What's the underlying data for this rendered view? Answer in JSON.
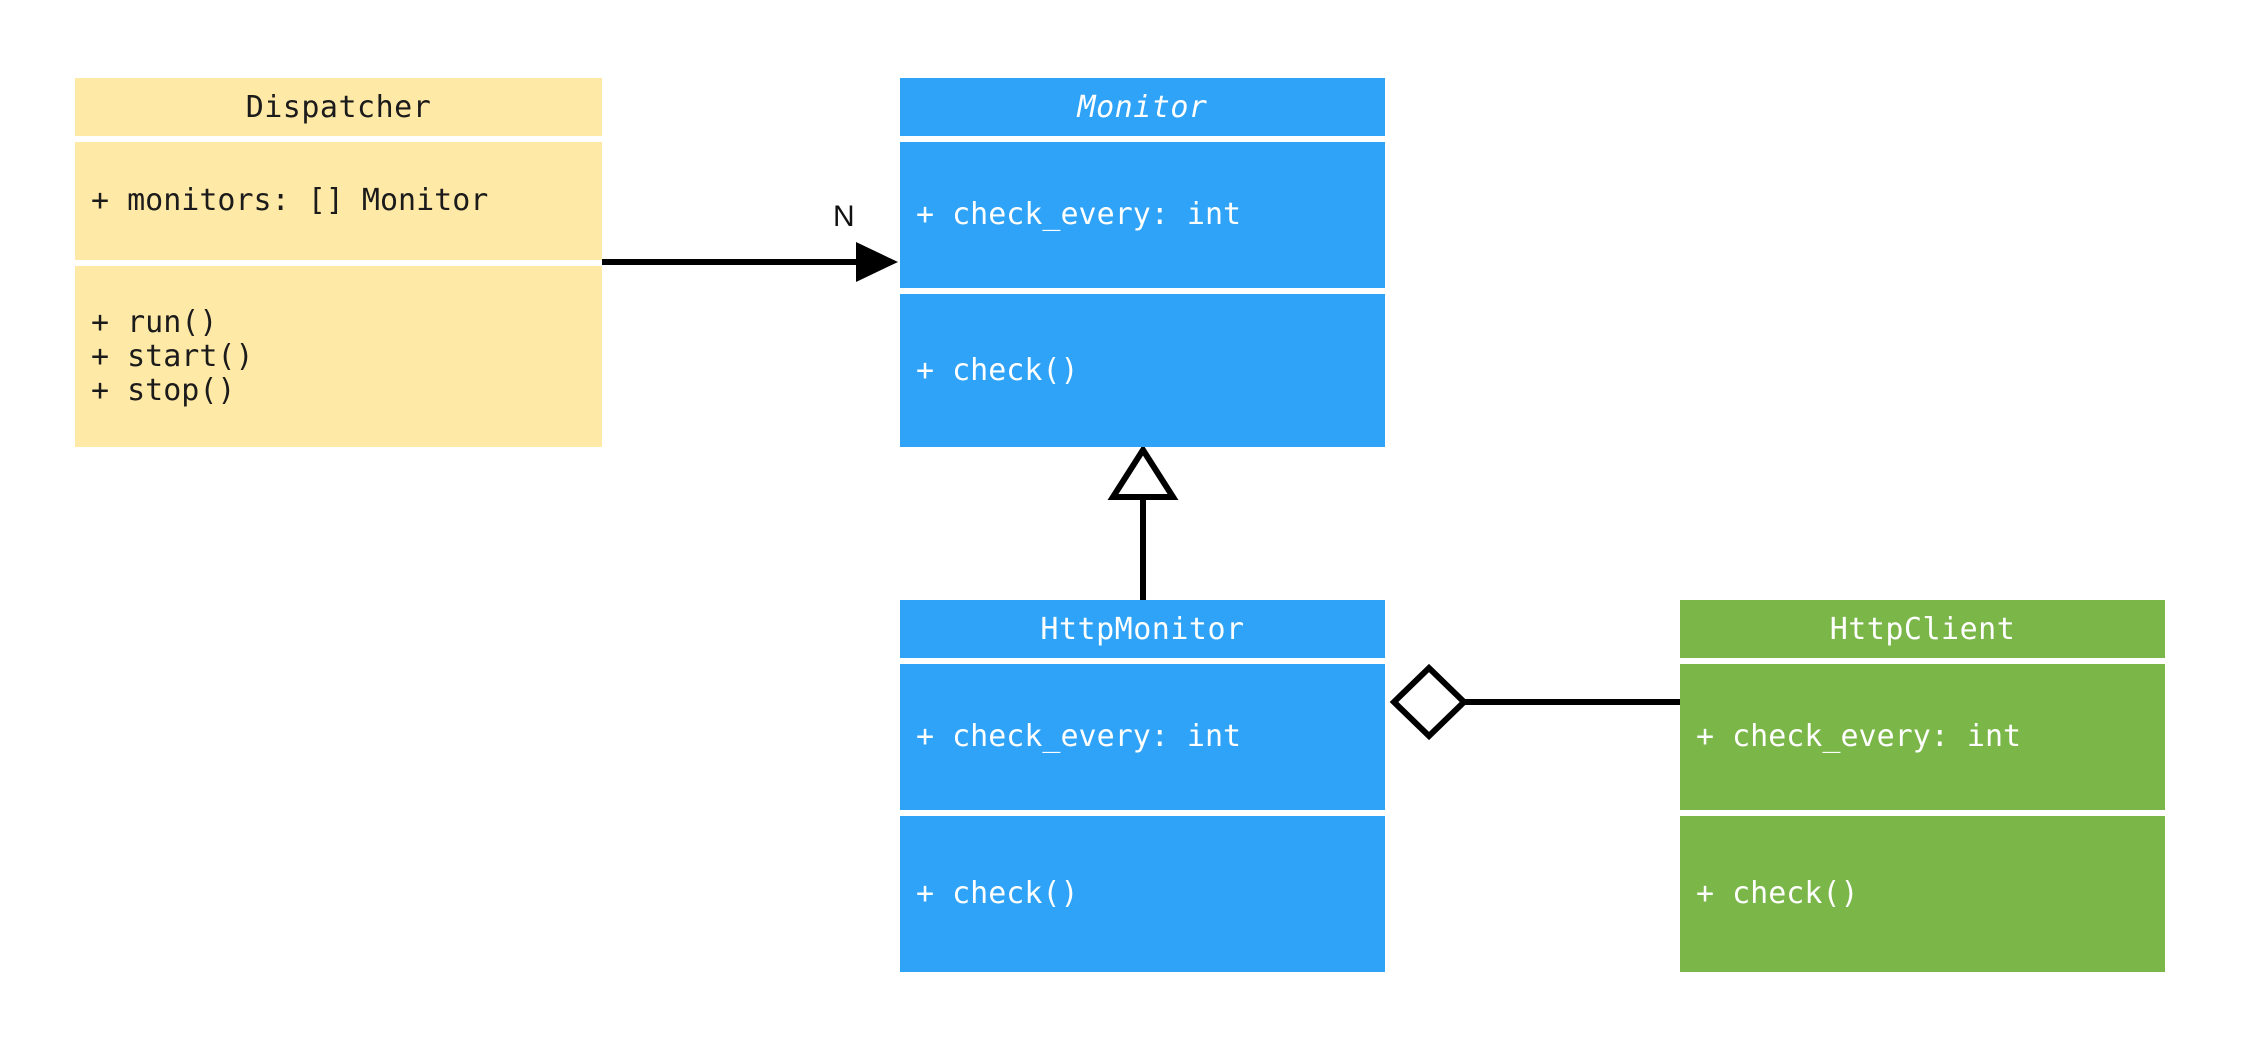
{
  "diagram": {
    "kind": "uml-class-diagram",
    "background": "#ffffff",
    "palette": {
      "yellow": "#ffe9a6",
      "blue": "#2ea3f7",
      "green": "#7ab648",
      "line": "#000000",
      "dark_text": "#1b1b1b",
      "light_text": "#ffffff"
    }
  },
  "classes": {
    "dispatcher": {
      "name": "Dispatcher",
      "color": "#ffe9a6",
      "abstract": false,
      "attributes": [
        "+ monitors: [] Monitor"
      ],
      "methods": [
        "+ run()",
        "+ start()",
        "+ stop()"
      ]
    },
    "monitor": {
      "name": "Monitor",
      "color": "#2ea3f7",
      "abstract": true,
      "attributes": [
        "+ check_every: int"
      ],
      "methods": [
        "+ check()"
      ]
    },
    "http_monitor": {
      "name": "HttpMonitor",
      "color": "#2ea3f7",
      "abstract": false,
      "attributes": [
        "+ check_every: int"
      ],
      "methods": [
        "+ check()"
      ]
    },
    "http_client": {
      "name": "HttpClient",
      "color": "#7ab648",
      "abstract": false,
      "attributes": [
        "+ check_every: int"
      ],
      "methods": [
        "+ check()"
      ]
    }
  },
  "relationships": {
    "dispatcher_to_monitor": {
      "type": "association",
      "from": "Dispatcher",
      "to": "Monitor",
      "label": "N",
      "marker": "solid-arrow"
    },
    "httpmonitor_to_monitor": {
      "type": "generalization",
      "from": "HttpMonitor",
      "to": "Monitor",
      "label": "",
      "marker": "hollow-triangle"
    },
    "httpmonitor_to_httpclient": {
      "type": "aggregation",
      "from": "HttpMonitor",
      "to": "HttpClient",
      "label": "",
      "marker": "hollow-diamond"
    }
  }
}
